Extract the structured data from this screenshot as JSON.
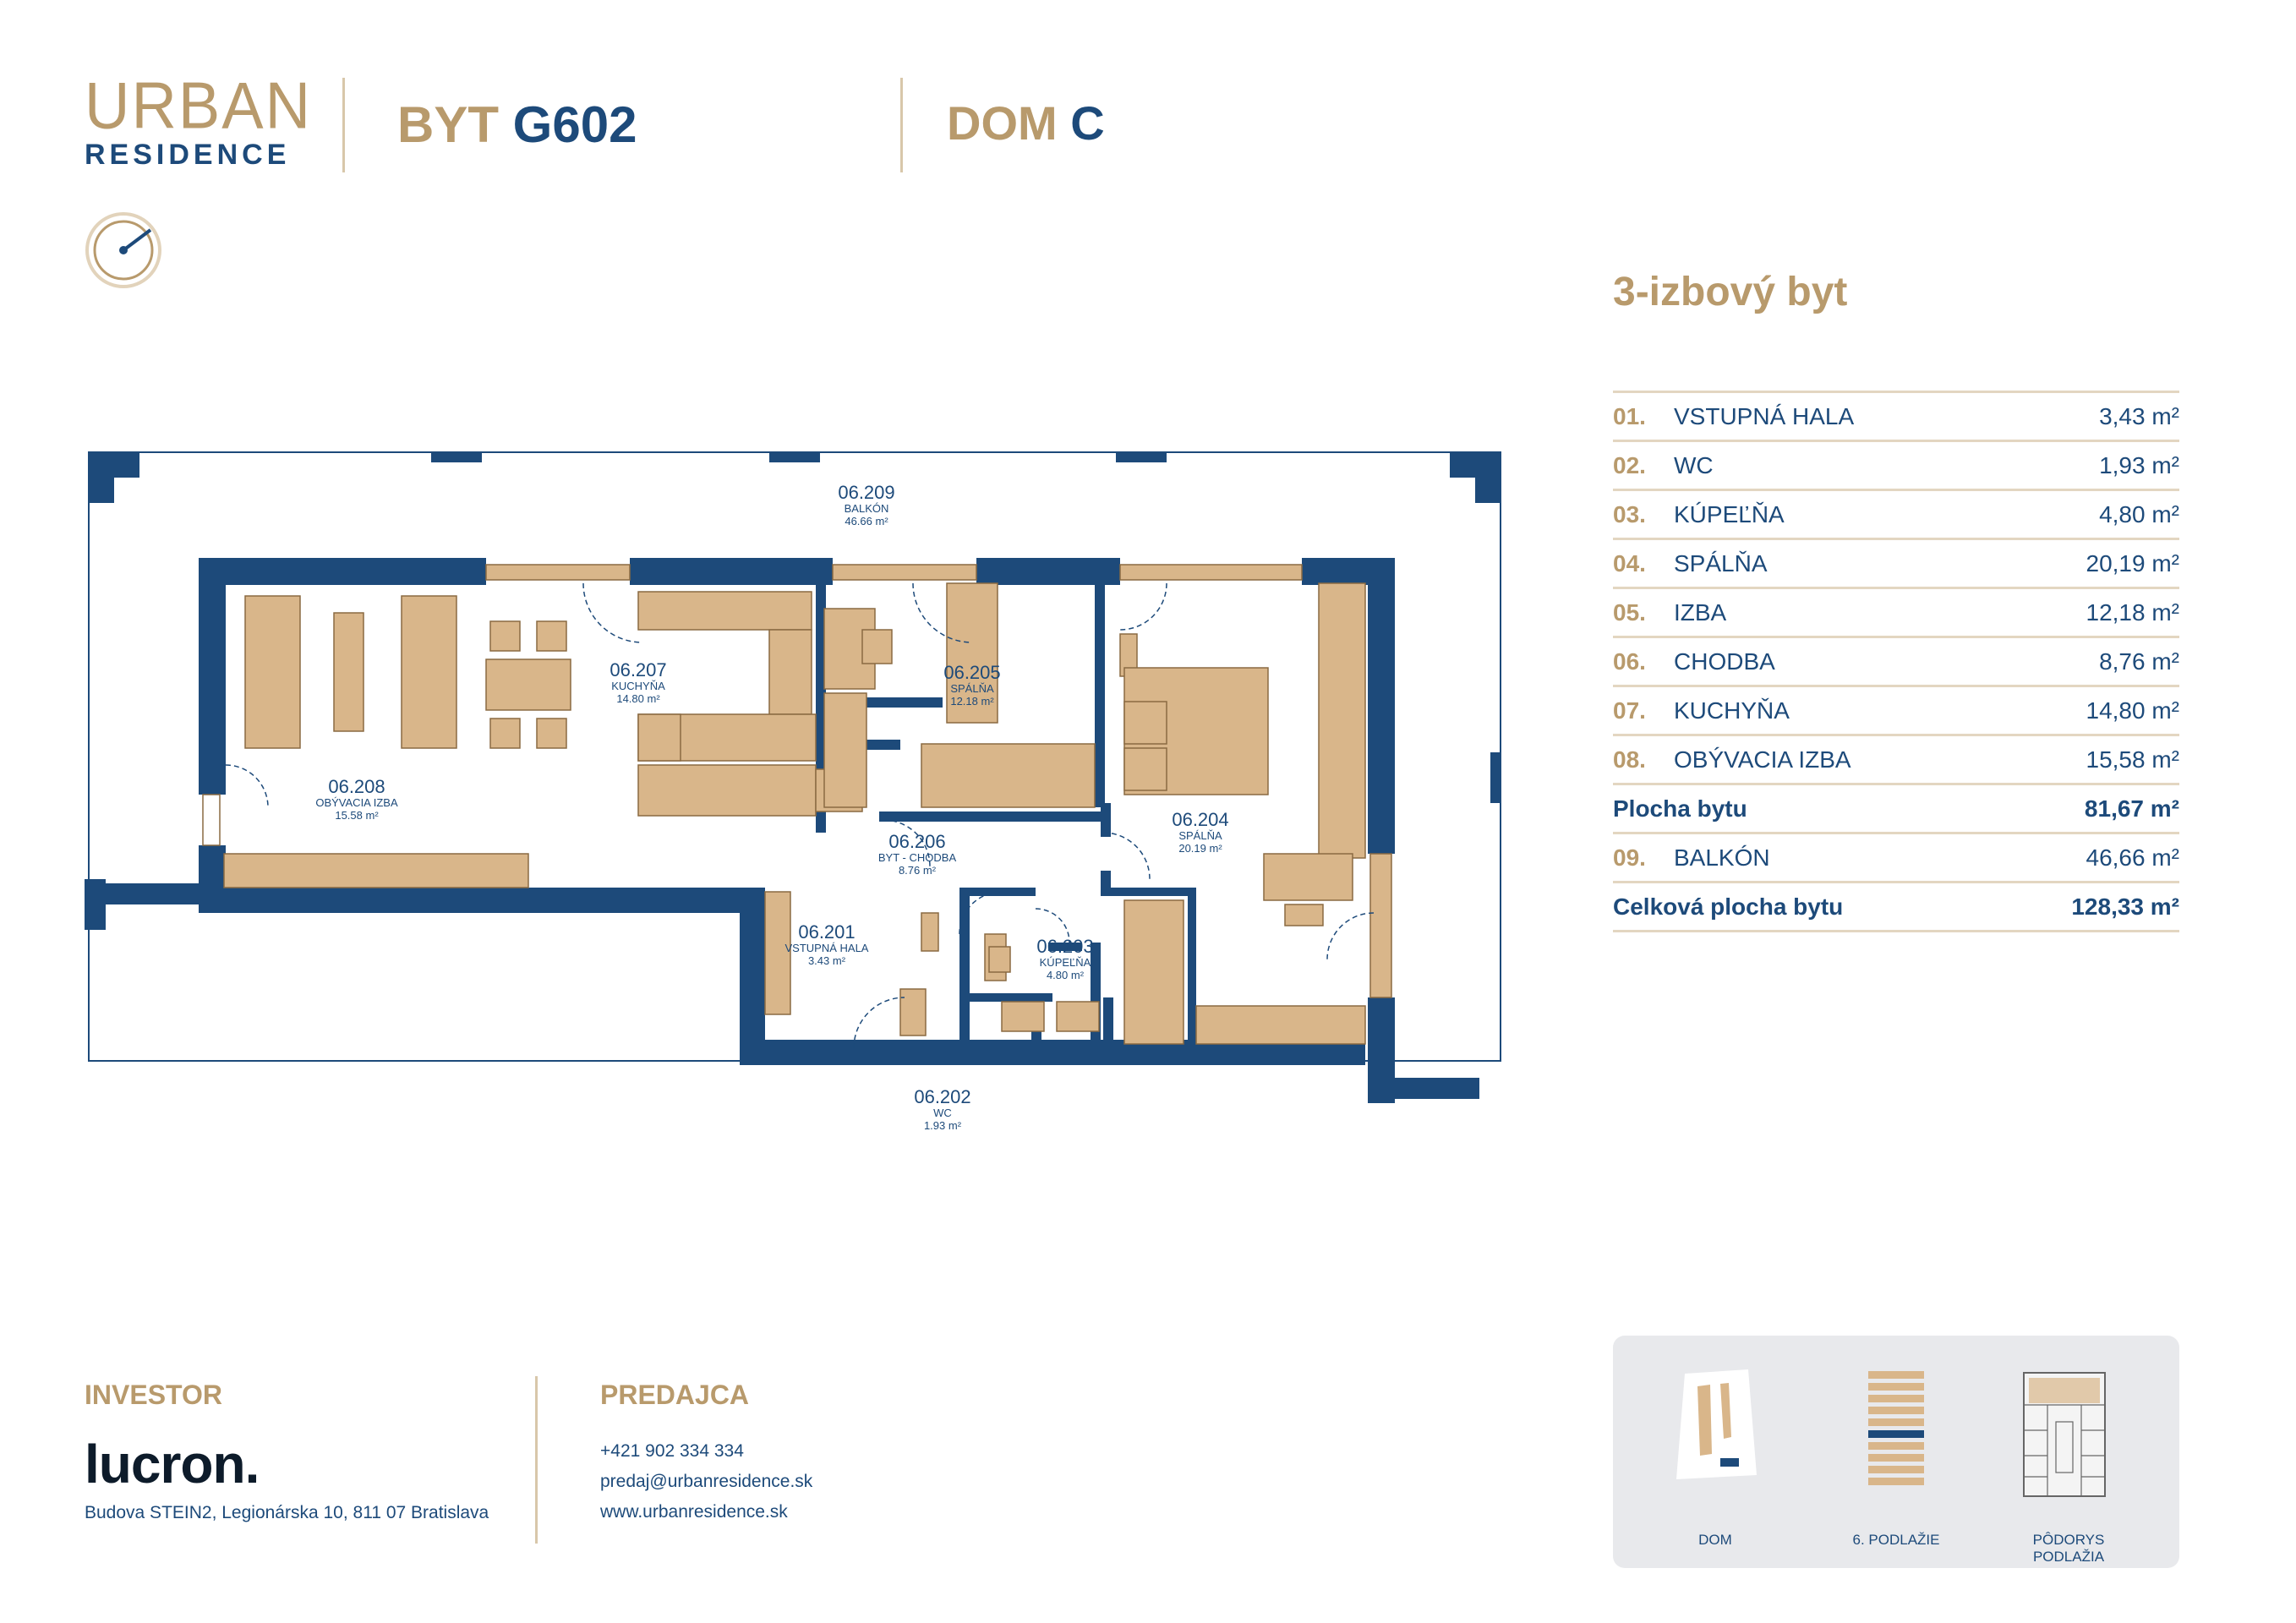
{
  "header": {
    "logo_urban": "URBAN",
    "logo_residence": "RESIDENCE",
    "byt_prefix": "BYT",
    "byt_code": "G602",
    "dom_prefix": "DOM",
    "dom_code": "C"
  },
  "apartment": {
    "type": "3-izbový byt",
    "rooms": [
      {
        "num": "01.",
        "name": "VSTUPNÁ HALA",
        "area": "3,43  m²"
      },
      {
        "num": "02.",
        "name": "WC",
        "area": "1,93  m²"
      },
      {
        "num": "03.",
        "name": "KÚPEĽŇA",
        "area": "4,80  m²"
      },
      {
        "num": "04.",
        "name": "SPÁLŇA",
        "area": "20,19  m²"
      },
      {
        "num": "05.",
        "name": "IZBA",
        "area": "12,18  m²"
      },
      {
        "num": "06.",
        "name": "CHODBA",
        "area": "8,76  m²"
      },
      {
        "num": "07.",
        "name": "KUCHYŇA",
        "area": "14,80  m²"
      },
      {
        "num": "08.",
        "name": "OBÝVACIA IZBA",
        "area": "15,58  m²"
      }
    ],
    "plocha_bytu_label": "Plocha bytu",
    "plocha_bytu_value": "81,67  m²",
    "balkon": {
      "num": "09.",
      "name": "BALKÓN",
      "area": "46,66  m²"
    },
    "celkova_label": "Celková plocha bytu",
    "celkova_value": "128,33  m²"
  },
  "plan_labels": {
    "r209": {
      "code": "06.209",
      "name": "BALKÓN",
      "area": "46.66 m²"
    },
    "r207": {
      "code": "06.207",
      "name": "KUCHYŇA",
      "area": "14.80 m²"
    },
    "r205": {
      "code": "06.205",
      "name": "SPÁLŇA",
      "area": "12.18 m²"
    },
    "r208": {
      "code": "06.208",
      "name": "OBÝVACIA IZBA",
      "area": "15.58 m²"
    },
    "r206": {
      "code": "06.206",
      "name": "BYT - CHODBA",
      "area": "8.76 m²"
    },
    "r204": {
      "code": "06.204",
      "name": "SPÁLŇA",
      "area": "20.19 m²"
    },
    "r201": {
      "code": "06.201",
      "name": "VSTUPNÁ HALA",
      "area": "3.43 m²"
    },
    "r203": {
      "code": "06.203",
      "name": "KÚPEĽŇA",
      "area": "4.80 m²"
    },
    "r202": {
      "code": "06.202",
      "name": "WC",
      "area": "1.93 m²"
    }
  },
  "footer": {
    "investor_heading": "INVESTOR",
    "investor_logo": "lucron.",
    "investor_address": "Budova STEIN2, Legionárska 10, 811 07 Bratislava",
    "predajca_heading": "PREDAJCA",
    "phone": "+421 902 334 334",
    "email": "predaj@urbanresidence.sk",
    "web": "www.urbanresidence.sk",
    "mini_dom": "DOM",
    "mini_floor": "6. PODLAŽIE",
    "mini_plan": "PÔDORYS PODLAŽIA"
  },
  "colors": {
    "navy": "#1d4a7a",
    "gold": "#b89a6c",
    "furniture": "#d9b68a"
  }
}
